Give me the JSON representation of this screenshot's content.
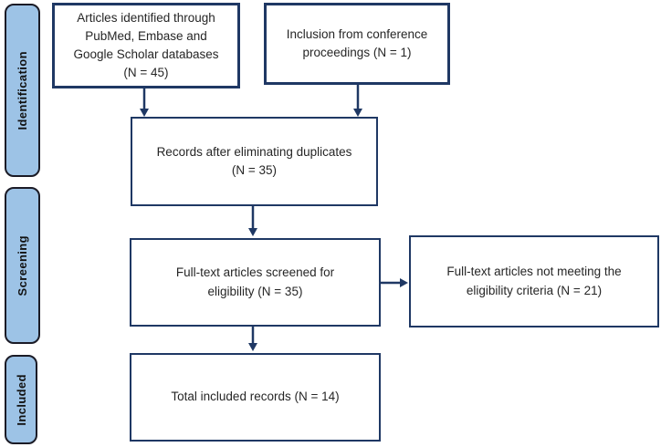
{
  "colors": {
    "box-border": "#1F3864",
    "arrow": "#1F3864",
    "sidebar-fill": "#9DC3E6",
    "sidebar-border": "#1B1B26",
    "text": "#262626",
    "sidebar-text": "#111111",
    "background": "#FFFFFF"
  },
  "sidebar": {
    "identification": "Identification",
    "screening": "Screening",
    "included": "Included"
  },
  "boxes": {
    "identified": "Articles identified through\nPubMed, Embase and\nGoogle Scholar databases\n(N = 45)",
    "conference": "Inclusion from conference\nproceedings (N = 1)",
    "duplicates": "Records after eliminating duplicates\n(N = 35)",
    "screened": "Full-text articles screened for\neligibility (N = 35)",
    "excluded": "Full-text articles not meeting the\neligibility criteria (N = 21)",
    "total": "Total included records (N = 14)"
  }
}
